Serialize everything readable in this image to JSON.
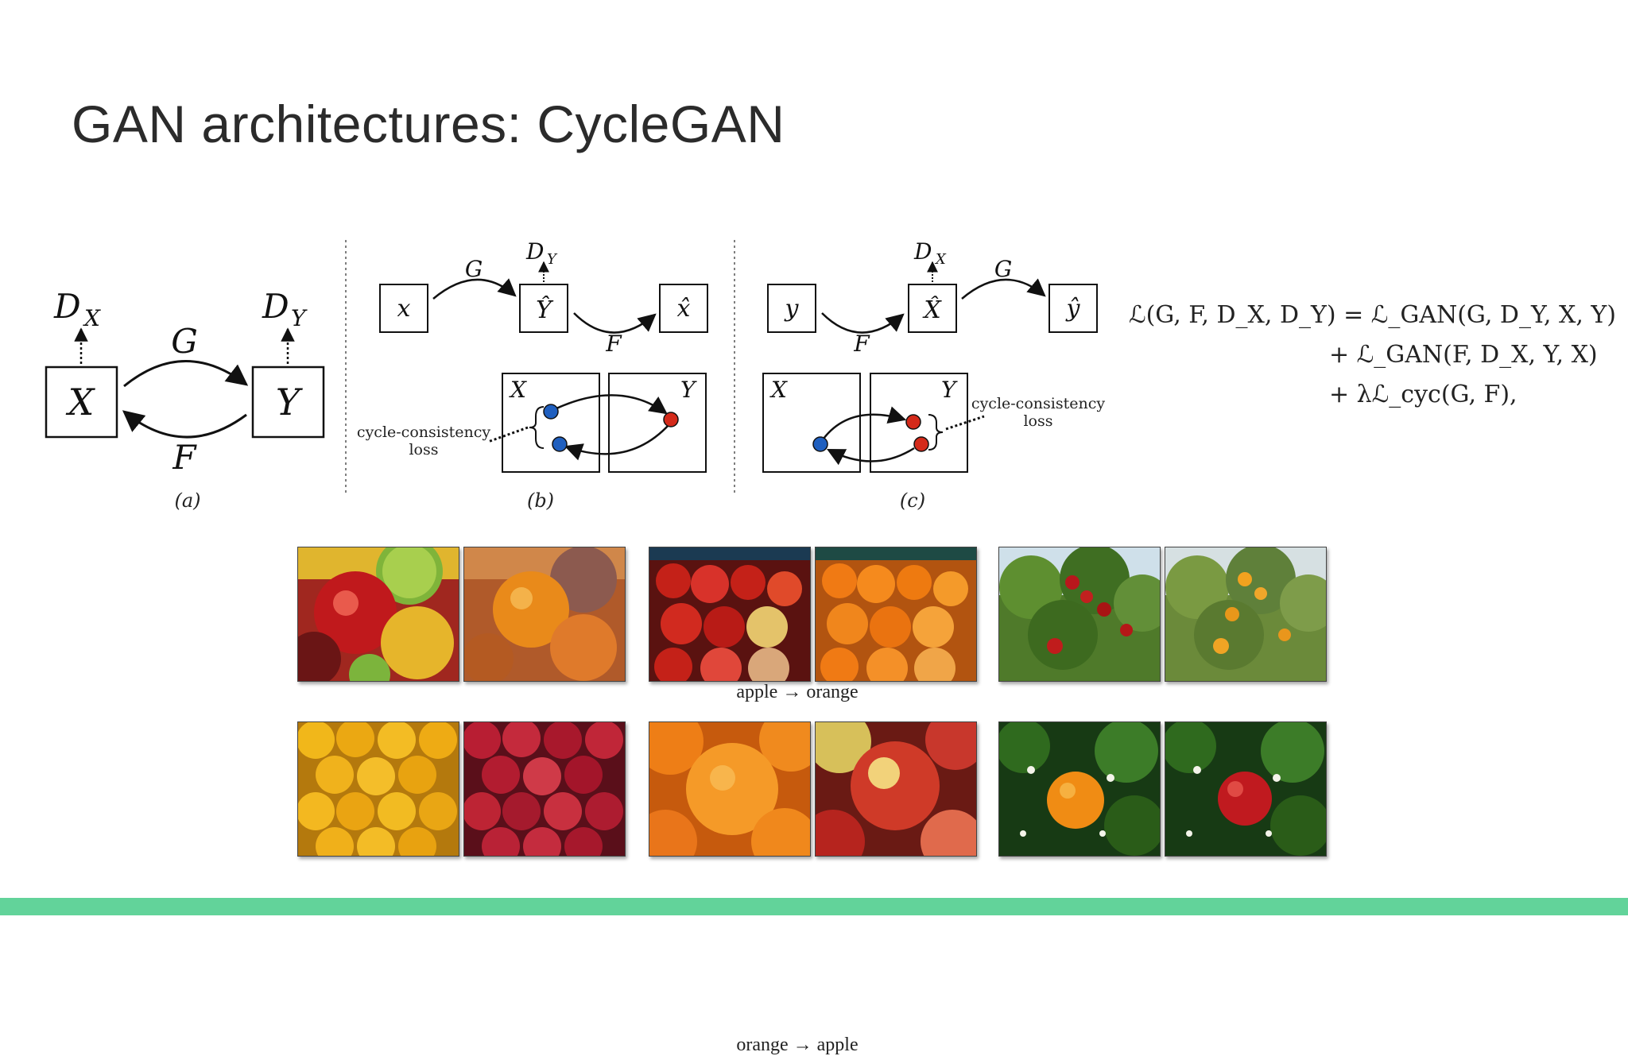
{
  "slide": {
    "title": "GAN architectures: CycleGAN"
  },
  "diagram": {
    "panel_a": {
      "node_x": "X",
      "node_y": "Y",
      "disc_x": "D",
      "disc_x_sub": "X",
      "disc_y": "D",
      "disc_y_sub": "Y",
      "arrow_g": "G",
      "arrow_f": "F",
      "caption": "(a)"
    },
    "panel_b": {
      "node_x": "x",
      "node_yhat": "Ŷ",
      "node_xhat": "x̂",
      "disc": "D",
      "disc_sub": "Y",
      "arrow_g": "G",
      "arrow_f": "F",
      "box_x": "X",
      "box_y": "Y",
      "loss_line1": "cycle-consistency",
      "loss_line2": "loss",
      "caption": "(b)"
    },
    "panel_c": {
      "node_y": "y",
      "node_xhat": "X̂",
      "node_yhat": "ŷ",
      "disc": "D",
      "disc_sub": "X",
      "arrow_g": "G",
      "arrow_f": "F",
      "box_x": "X",
      "box_y": "Y",
      "loss_line1": "cycle-consistency",
      "loss_line2": "loss",
      "caption": "(c)"
    },
    "colors": {
      "domain_x_dot": "#1f5fbf",
      "domain_y_dot": "#d42a1a"
    }
  },
  "equation": {
    "line1": "ℒ(G, F, D_X, D_Y) = ℒ_GAN(G, D_Y, X, Y)",
    "line2": "+ ℒ_GAN(F, D_X, Y, X)",
    "line3": "+ λℒ_cyc(G, F),"
  },
  "examples": {
    "row1_caption": "apple → orange",
    "row2_caption": "orange → apple",
    "row1": [
      {
        "input": "apples and fruit pile",
        "output": "oranges and fruit pile"
      },
      {
        "input": "crate of red apples",
        "output": "crate of oranges"
      },
      {
        "input": "apple tree",
        "output": "orange tree"
      }
    ],
    "row2": [
      {
        "input": "stacked oranges",
        "output": "stacked red apples"
      },
      {
        "input": "close-up oranges",
        "output": "close-up apples"
      },
      {
        "input": "orange on branch",
        "output": "apple on branch"
      }
    ]
  },
  "theme": {
    "accent_bar": "#62d39a",
    "title_color": "#2b2b2b"
  }
}
